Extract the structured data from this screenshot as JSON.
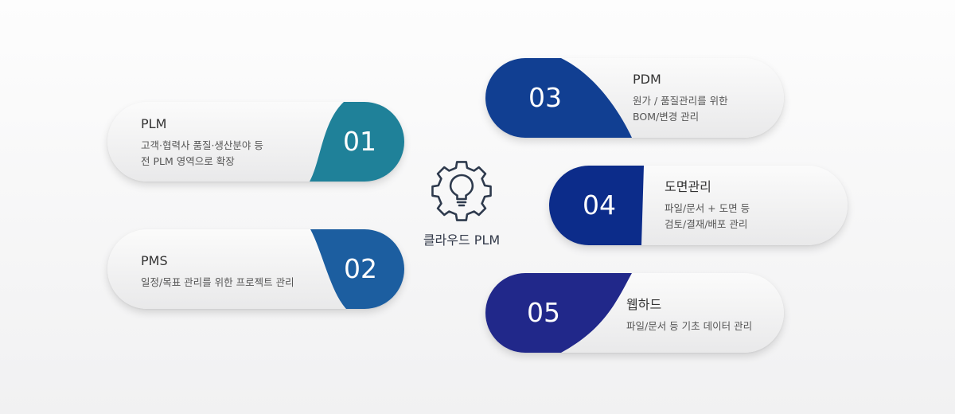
{
  "center": {
    "icon": "gear-bulb-icon",
    "label": "클라우드 PLM"
  },
  "items": [
    {
      "num": "01",
      "title": "PLM",
      "desc1": "고객·협력사 품질·생산분야 등",
      "desc2": "전 PLM 영역으로 확장",
      "color": "#1f8199"
    },
    {
      "num": "02",
      "title": "PMS",
      "desc1": "일정/목표 관리를 위한 프로젝트 관리",
      "desc2": "",
      "color": "#1c5ea0"
    },
    {
      "num": "03",
      "title": "PDM",
      "desc1": "원가 / 품질관리를 위한",
      "desc2": "BOM/변경 관리",
      "color": "#113f92"
    },
    {
      "num": "04",
      "title": "도면관리",
      "desc1": "파일/문서 + 도면 등",
      "desc2": "검토/결재/배포 관리",
      "color": "#0c2c8a"
    },
    {
      "num": "05",
      "title": "웹하드",
      "desc1": "파일/문서 등 기초 데이터 관리",
      "desc2": "",
      "color": "#21288a"
    }
  ]
}
